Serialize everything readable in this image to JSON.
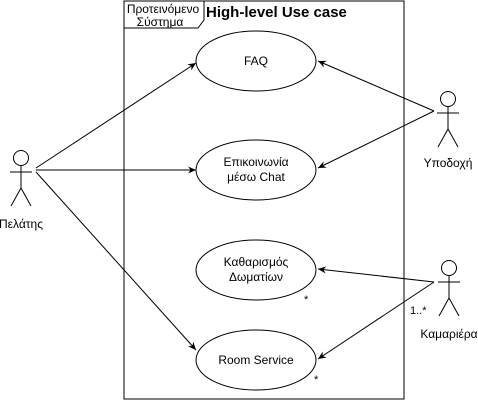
{
  "system": {
    "tab_line1": "Προτεινόμενο",
    "tab_line2": "Σύστημα",
    "title": "High-level Use case"
  },
  "actors": {
    "client": "Πελάτης",
    "reception": "Υποδοχή",
    "maid": "Καμαριέρα"
  },
  "use_cases": {
    "faq": "FAQ",
    "chat_line1": "Επικοινωνία",
    "chat_line2": "μέσω Chat",
    "cleaning_line1": "Καθαρισμός",
    "cleaning_line2": "Δωματίων",
    "room_service": "Room Service"
  },
  "multiplicities": {
    "cleaning_end": "*",
    "room_service_end": "*",
    "maid_end": "1..*"
  }
}
